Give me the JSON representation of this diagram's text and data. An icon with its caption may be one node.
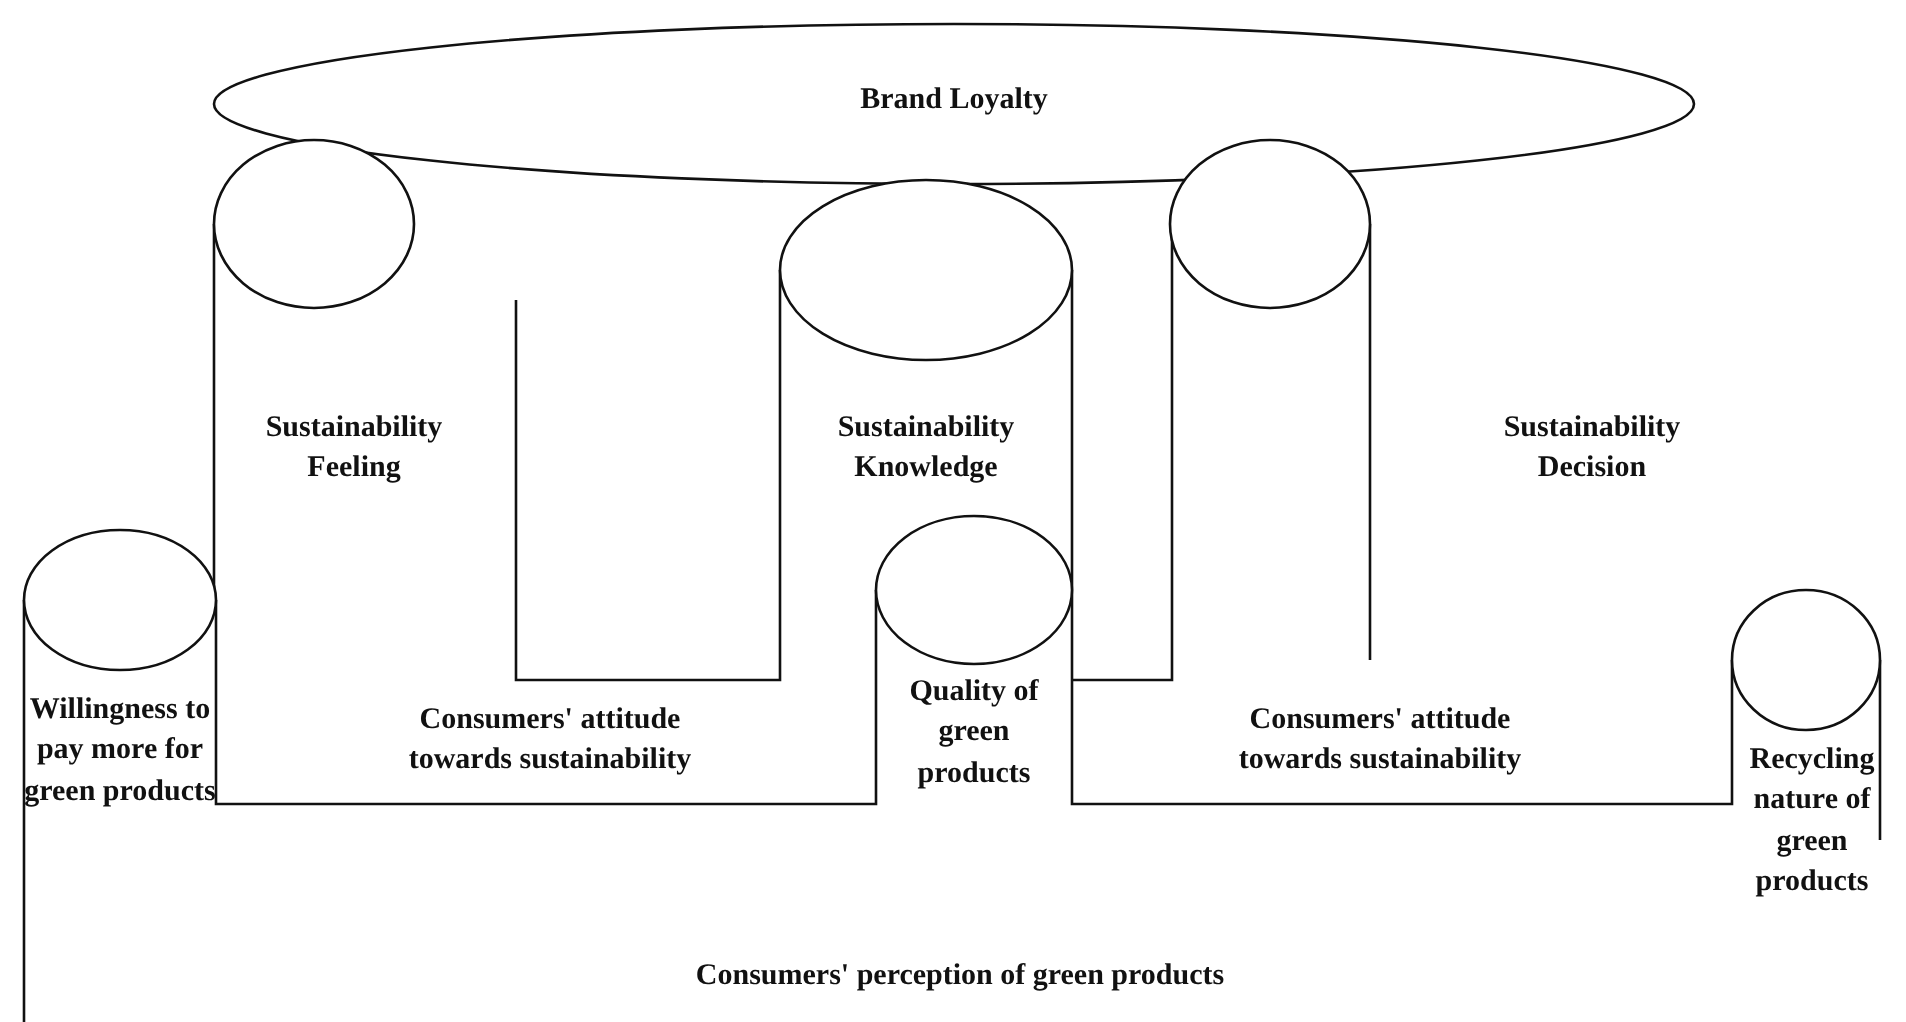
{
  "diagram": {
    "nodes": [
      {
        "text": [
          "Brand Loyalty"
        ]
      },
      {
        "text": [
          "Sustainability Feeling"
        ]
      },
      {
        "text": [
          "Sustainability Knowledge"
        ]
      },
      {
        "text": [
          "Sustainability Decision"
        ]
      },
      {
        "text": [
          "Willingness to pay more for green products"
        ]
      },
      {
        "text": [
          "Quality of green products"
        ]
      },
      {
        "text": [
          "Recycling nature of green products"
        ]
      }
    ],
    "edges": [],
    "labels": [
      "Consumers' attitude towards sustainability",
      "Consumers' attitude towards sustainability",
      "Consumers' perception of green products"
    ]
  }
}
